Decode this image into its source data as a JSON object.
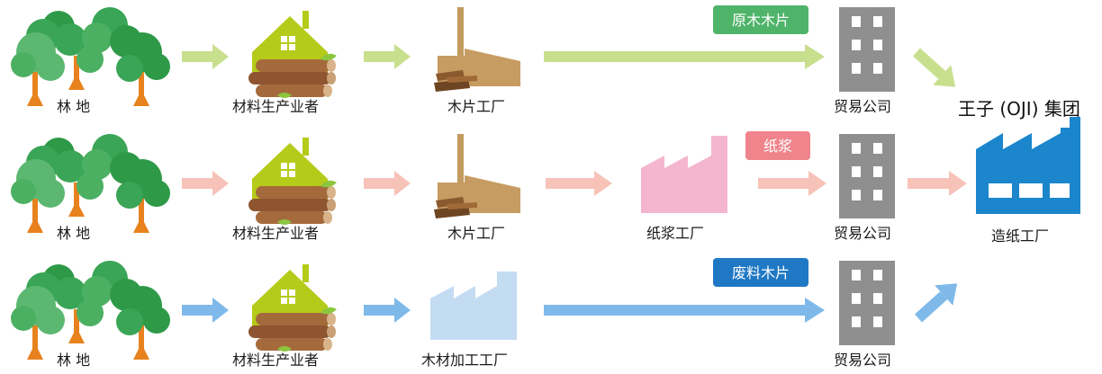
{
  "rows": [
    {
      "forest_label": "林  地",
      "producer_label": "材料生产业者",
      "mill_label": "木片工厂",
      "badge_label": "原木木片",
      "trader_label": "贸易公司",
      "color": "#c8df8e",
      "badge_color": "#4fb46a"
    },
    {
      "forest_label": "林  地",
      "producer_label": "材料生产业者",
      "mill_label": "木片工厂",
      "pulp_label": "纸浆工厂",
      "badge_label": "纸浆",
      "trader_label": "贸易公司",
      "color": "#f7c2b8",
      "badge_color": "#ef848c"
    },
    {
      "forest_label": "林  地",
      "producer_label": "材料生产业者",
      "mill_label": "木材加工工厂",
      "badge_label": "废料木片",
      "trader_label": "贸易公司",
      "color": "#7fb9ea",
      "badge_color": "#1f78c4"
    }
  ],
  "destination": {
    "group_label": "王子 (OJI) 集团",
    "factory_label": "造纸工厂",
    "factory_color": "#1b86cc"
  }
}
